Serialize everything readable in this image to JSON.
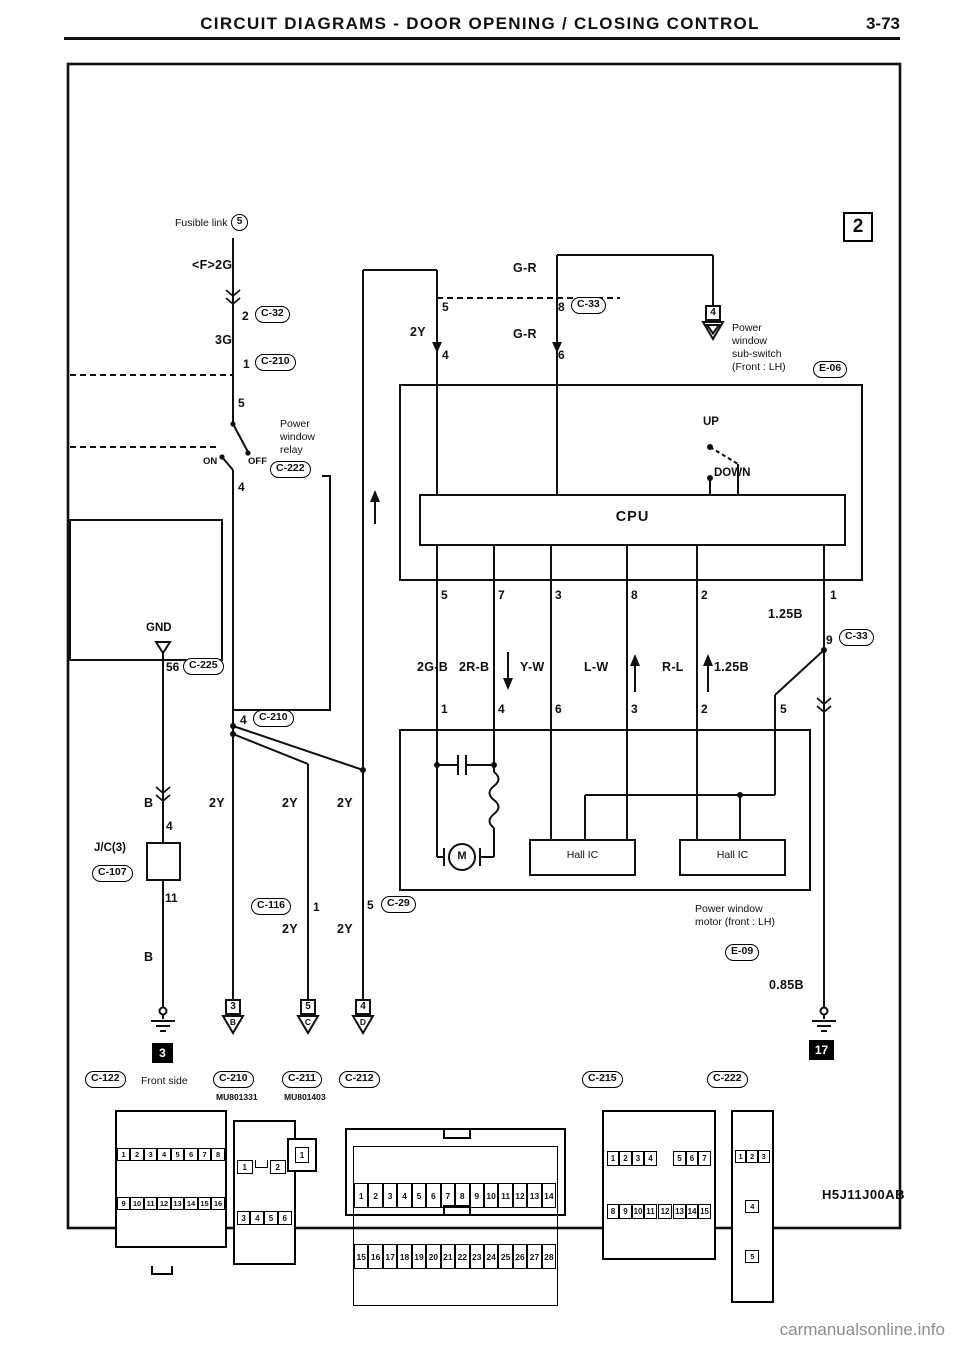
{
  "header": {
    "title": "CIRCUIT DIAGRAMS - DOOR OPENING / CLOSING CONTROL",
    "page_number": "3-73"
  },
  "watermark": "carmanualsonline.info",
  "footer_code": "H5J11J00AB",
  "markers": {
    "section": "2",
    "ground_left": "3",
    "ground_right": "17"
  },
  "top_left": {
    "fusible_link": "Fusible link",
    "fusible_num": "5",
    "f2g": "<F>2G",
    "g3": "3G",
    "pin_c32": "2",
    "c32": "C-32",
    "pin_c210": "1",
    "c210": "C-210",
    "relay_pin_in": "5",
    "relay_on": "ON",
    "relay_off": "OFF",
    "relay_name": "Power\nwindow\nrelay",
    "relay_conn": "C-222",
    "relay_pin_out": "4",
    "gnd": "GND",
    "pin_c225": "56",
    "c225": "C-225",
    "pin_c210b": "4",
    "c210b": "C-210"
  },
  "left_branch": {
    "b1": "B",
    "pin_in": "4",
    "jc": "J/C(3)",
    "c107": "C-107",
    "pin_out": "11",
    "b2": "B"
  },
  "mid": {
    "y1": "2Y",
    "y2": "2Y",
    "y3": "2Y",
    "y4": "2Y",
    "y5": "2Y",
    "c116": "C-116",
    "c116_pin": "1",
    "c29_pin": "5",
    "c29": "C-29"
  },
  "dest_triangles": [
    {
      "num": "3",
      "letter": "B"
    },
    {
      "num": "5",
      "letter": "C"
    },
    {
      "num": "4",
      "letter": "D"
    }
  ],
  "top_right": {
    "gr1": "G-R",
    "gr2": "G-R",
    "pin5": "5",
    "pin8": "8",
    "c33": "C-33",
    "y2": "2Y",
    "pin4": "4",
    "pin6": "6",
    "tri_num": "4",
    "sub_switch": "Power\nwindow\nsub-switch\n(Front : LH)",
    "e06": "E-06"
  },
  "switch_box": {
    "up": "UP",
    "down": "DOWN",
    "cpu": "CPU",
    "pins_out": [
      "5",
      "7",
      "3",
      "8",
      "2",
      "1"
    ],
    "b125": "1.25B",
    "pin9": "9",
    "c33": "C-33"
  },
  "wire_row": {
    "labels": [
      "2G-B",
      "2R-B",
      "Y-W",
      "L-W",
      "R-L",
      "1.25B"
    ],
    "pins_in": [
      "1",
      "4",
      "6",
      "3",
      "2",
      "5"
    ]
  },
  "motor": {
    "m": "M",
    "hall1": "Hall IC",
    "hall2": "Hall IC",
    "label": "Power window\nmotor (front : LH)",
    "e09": "E-09",
    "b085": "0.85B"
  },
  "bottom_row": {
    "c122": {
      "name": "C-122",
      "note": "Front side",
      "row1": [
        "1",
        "2",
        "3",
        "4",
        "5",
        "6",
        "7",
        "8"
      ],
      "row2": [
        "9",
        "10",
        "11",
        "12",
        "13",
        "14",
        "15",
        "16"
      ]
    },
    "c210": {
      "name": "C-210",
      "code": "MU801331",
      "p1": "1",
      "p2": "2",
      "row2": [
        "3",
        "4",
        "5",
        "6"
      ]
    },
    "c211": {
      "name": "C-211",
      "code": "MU801403",
      "p1": "1"
    },
    "c212": {
      "name": "C-212",
      "row1": [
        "1",
        "2",
        "3",
        "4",
        "5",
        "6",
        "7",
        "8",
        "9",
        "10",
        "11",
        "12",
        "13",
        "14"
      ],
      "row2": [
        "15",
        "16",
        "17",
        "18",
        "19",
        "20",
        "21",
        "22",
        "23",
        "24",
        "25",
        "26",
        "27",
        "28"
      ]
    },
    "c215": {
      "name": "C-215",
      "row1a": [
        "1",
        "2",
        "3",
        "4"
      ],
      "row1b": [
        "5",
        "6",
        "7"
      ],
      "row2a": [
        "8",
        "9",
        "10",
        "11"
      ],
      "p12": "12",
      "row2b": [
        "13",
        "14",
        "15"
      ]
    },
    "c222": {
      "name": "C-222",
      "row1": [
        "1",
        "2",
        "3"
      ],
      "p4": "4",
      "p5": "5"
    }
  }
}
